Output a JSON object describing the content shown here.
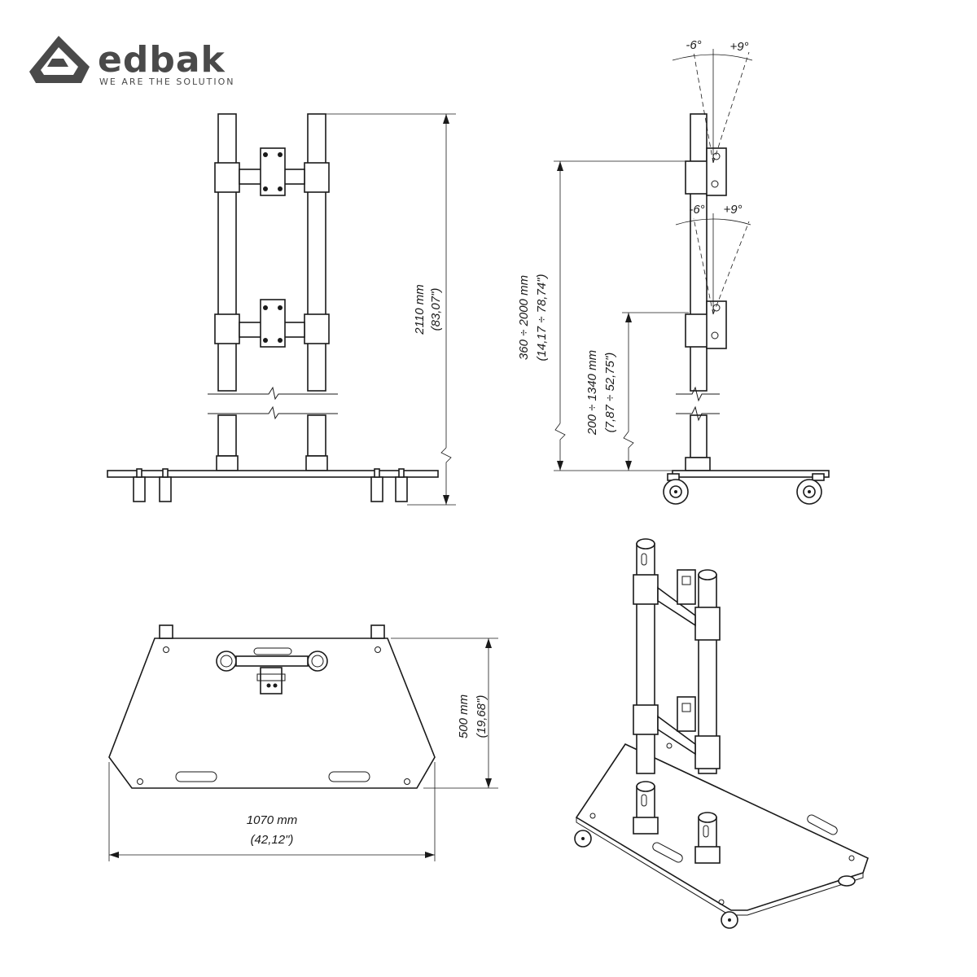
{
  "brand": {
    "name": "edbak",
    "tagline": "WE ARE THE SOLUTION"
  },
  "front_view": {
    "height_mm": "2110 mm",
    "height_in": "(83,07\")"
  },
  "side_view": {
    "tilt_upper_minus": "-6°",
    "tilt_upper_plus": "+9°",
    "tilt_lower_minus": "-6°",
    "tilt_lower_plus": "+9°",
    "range_large_mm": "360 ÷ 2000 mm",
    "range_large_in": "(14,17 ÷ 78,74\")",
    "range_small_mm": "200 ÷ 1340 mm",
    "range_small_in": "(7,87 ÷ 52,75\")"
  },
  "top_view": {
    "depth_mm": "500 mm",
    "depth_in": "(19,68\")",
    "width_mm": "1070 mm",
    "width_in": "(42,12\")"
  }
}
